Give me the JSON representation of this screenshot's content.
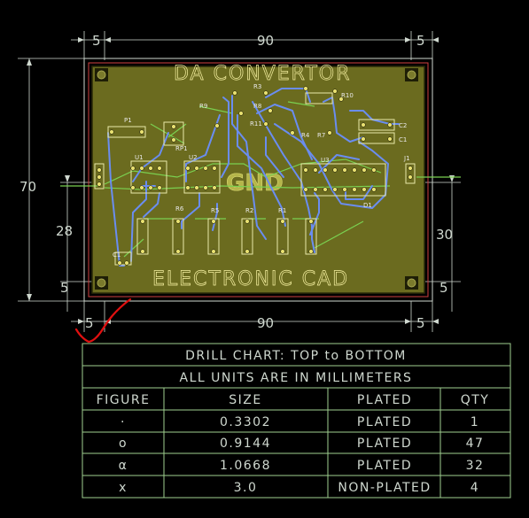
{
  "board": {
    "title": "DA CONVERTOR",
    "footer": "ELECTRONIC CAD",
    "ground": "GND",
    "colors": {
      "copper": "#6b6b1f",
      "trace": "#6a8df0",
      "silk": "#f5f0a0",
      "dimension": "#cfd8cf",
      "annotation": "#e01010"
    }
  },
  "dimensions": {
    "top_left": "5",
    "top_mid": "90",
    "top_right": "5",
    "left_total": "70",
    "left_mid": "28",
    "left_bottom": "5",
    "right_mid": "30",
    "right_bottom": "5",
    "bottom_left": "5",
    "bottom_mid": "90",
    "bottom_right": "5"
  },
  "components": [
    {
      "label": "P1"
    },
    {
      "label": "RP1"
    },
    {
      "label": "R9"
    },
    {
      "label": "R3"
    },
    {
      "label": "R8"
    },
    {
      "label": "R10"
    },
    {
      "label": "R11"
    },
    {
      "label": "R4"
    },
    {
      "label": "R7"
    },
    {
      "label": "C2"
    },
    {
      "label": "C1"
    },
    {
      "label": "U1"
    },
    {
      "label": "U2"
    },
    {
      "label": "U3"
    },
    {
      "label": "J1"
    },
    {
      "label": "R6"
    },
    {
      "label": "R5"
    },
    {
      "label": "R2"
    },
    {
      "label": "R1"
    },
    {
      "label": "D1"
    },
    {
      "label": "C1"
    }
  ],
  "drill_chart": {
    "title": "DRILL CHART: TOP to BOTTOM",
    "units": "ALL UNITS ARE IN MILLIMETERS",
    "headers": [
      "FIGURE",
      "SIZE",
      "PLATED",
      "QTY"
    ],
    "rows": [
      {
        "figure": "·",
        "size": "0.3302",
        "plated": "PLATED",
        "qty": "1"
      },
      {
        "figure": "ο",
        "size": "0.9144",
        "plated": "PLATED",
        "qty": "47"
      },
      {
        "figure": "α",
        "size": "1.0668",
        "plated": "PLATED",
        "qty": "32"
      },
      {
        "figure": "x",
        "size": "3.0",
        "plated": "NON-PLATED",
        "qty": "4"
      }
    ]
  }
}
